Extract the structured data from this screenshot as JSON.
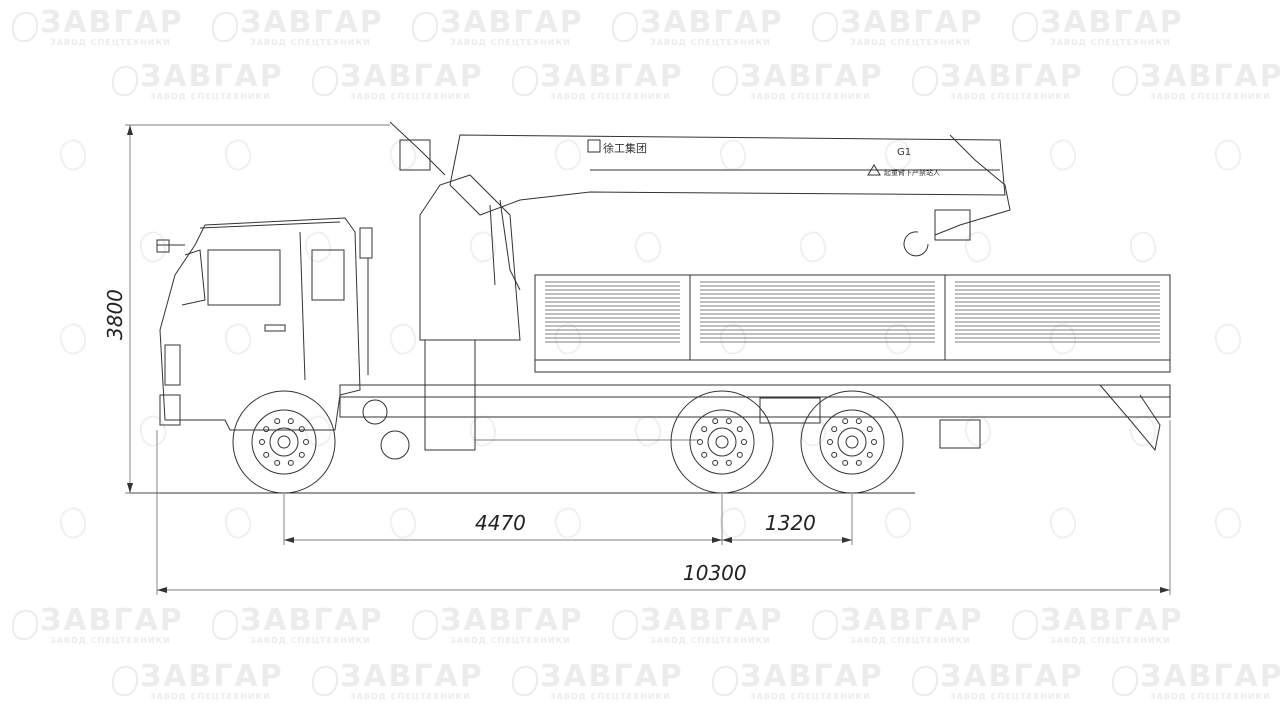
{
  "watermark": {
    "brand": "ЗАВГАР",
    "tagline": "ЗАВОД СПЕЦТЕХНИКИ"
  },
  "crane": {
    "brand_text": "徐工集团",
    "model_label": "G1",
    "warning_text": "起重臂下严禁站人"
  },
  "dimensions": {
    "height": "3800",
    "wheelbase_front": "4470",
    "wheelbase_rear": "1320",
    "overall_length": "10300"
  },
  "colors": {
    "line": "#333333",
    "watermark": "#ececec"
  }
}
